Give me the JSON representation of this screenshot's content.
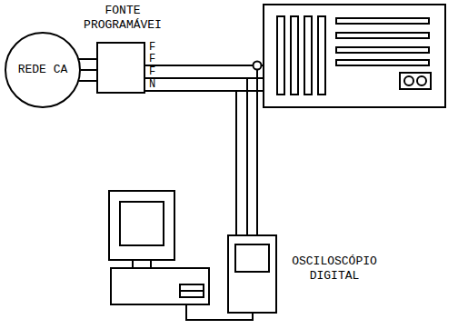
{
  "diagram": {
    "nodes": [
      {
        "text": [
          "REDE CA"
        ]
      },
      {
        "text": [
          "FONTE PROGRAMÁVEI"
        ]
      },
      {
        "text": [
          "OSCILOSCÓPIO DIGITAL"
        ]
      }
    ],
    "edges": [
      {
        "from": 0,
        "to": 1,
        "arrow": "none"
      },
      {
        "from": 1,
        "to": 2,
        "arrow": "none"
      }
    ],
    "labels": [
      "F",
      "F",
      "F",
      "N"
    ]
  }
}
